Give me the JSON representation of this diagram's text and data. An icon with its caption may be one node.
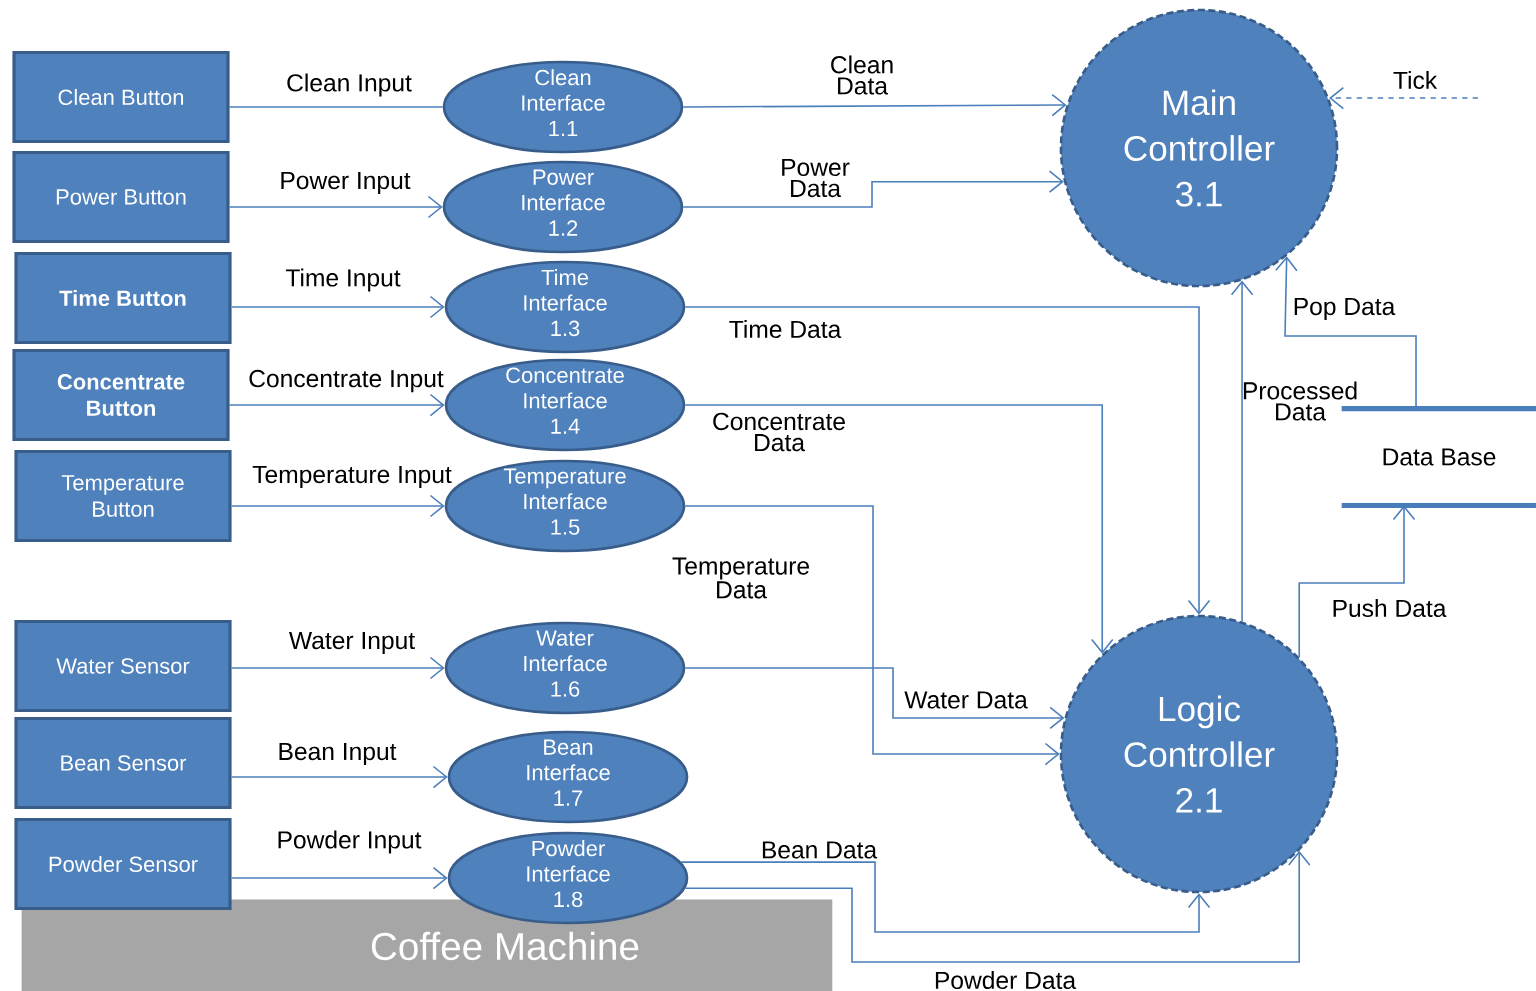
{
  "diagram": {
    "nodes": [
      {
        "text": [
          "Clean Button"
        ]
      },
      {
        "text": [
          "Power Button"
        ]
      },
      {
        "text": [
          "Time Button"
        ]
      },
      {
        "text": [
          "Concentrate Button"
        ]
      },
      {
        "text": [
          "Temperature Button"
        ]
      },
      {
        "text": [
          "Water Sensor"
        ]
      },
      {
        "text": [
          "Bean Sensor"
        ]
      },
      {
        "text": [
          "Powder Sensor"
        ]
      },
      {
        "text": [
          "Clean Interface",
          "1.1"
        ]
      },
      {
        "text": [
          "Power Interface",
          "1.2"
        ]
      },
      {
        "text": [
          "Time Interface",
          "1.3"
        ]
      },
      {
        "text": [
          "Concentrate Interface",
          "1.4"
        ]
      },
      {
        "text": [
          "Temperature Interface",
          "1.5"
        ]
      },
      {
        "text": [
          "Water Interface",
          "1.6"
        ]
      },
      {
        "text": [
          "Bean Interface",
          "1.7"
        ]
      },
      {
        "text": [
          "Powder Interface",
          "1.8"
        ]
      },
      {
        "text": [
          "Main Controller",
          "3.1"
        ]
      },
      {
        "text": [
          "Logic Controller",
          "2.1"
        ]
      },
      {
        "text": [
          "Data Base"
        ]
      },
      {
        "text": [
          "Coffee Machine"
        ]
      }
    ],
    "edges": [
      {
        "from": 0,
        "to": 8,
        "arrow": "none",
        "label": "Clean Input"
      },
      {
        "from": 1,
        "to": 9,
        "arrow": "to",
        "label": "Power Input"
      },
      {
        "from": 2,
        "to": 10,
        "arrow": "to",
        "label": "Time Input"
      },
      {
        "from": 3,
        "to": 11,
        "arrow": "to",
        "label": "Concentrate Input"
      },
      {
        "from": 4,
        "to": 12,
        "arrow": "to",
        "label": "Temperature Input"
      },
      {
        "from": 5,
        "to": 13,
        "arrow": "to",
        "label": "Water Input"
      },
      {
        "from": 6,
        "to": 14,
        "arrow": "to",
        "label": "Bean Input"
      },
      {
        "from": 7,
        "to": 15,
        "arrow": "to",
        "label": "Powder Input"
      },
      {
        "from": 8,
        "to": 16,
        "arrow": "to",
        "label": "Clean Data"
      },
      {
        "from": 9,
        "to": 16,
        "arrow": "to",
        "label": "Power Data"
      },
      {
        "from": 10,
        "to": 17,
        "arrow": "to",
        "label": "Time Data"
      },
      {
        "from": 11,
        "to": 17,
        "arrow": "to",
        "label": "Concentrate Data"
      },
      {
        "from": 12,
        "to": 17,
        "arrow": "to",
        "label": "Temperature Data"
      },
      {
        "from": 13,
        "to": 17,
        "arrow": "to",
        "label": "Water Data"
      },
      {
        "from": 15,
        "to": 17,
        "arrow": "to",
        "label": "Bean Data"
      },
      {
        "from": 15,
        "to": 17,
        "arrow": "to",
        "label": "Powder Data"
      },
      {
        "from": 17,
        "to": 16,
        "arrow": "to",
        "label": "Processed Data"
      },
      {
        "from": 18,
        "to": 16,
        "arrow": "to",
        "label": "Pop Data"
      },
      {
        "from": 17,
        "to": 18,
        "arrow": "to",
        "label": "Push Data"
      },
      {
        "from": null,
        "to": 16,
        "arrow": "to",
        "label": "Tick",
        "style": "dashed"
      }
    ]
  }
}
